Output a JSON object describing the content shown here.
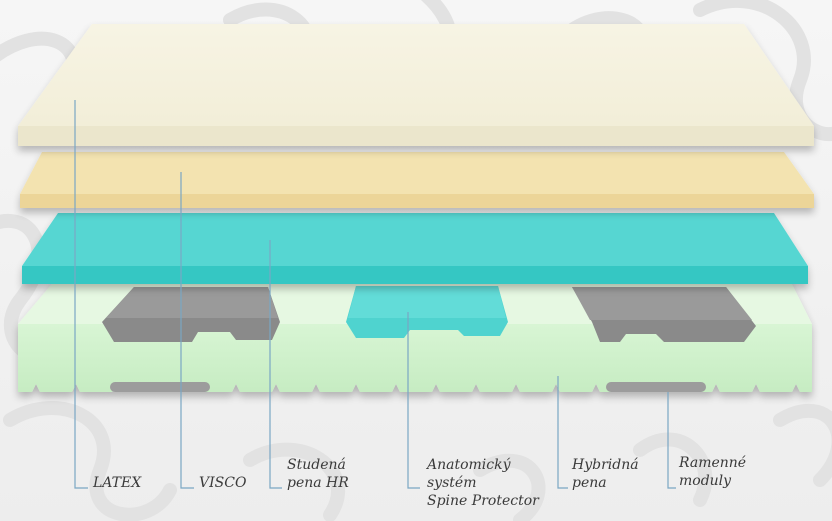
{
  "layers": [
    {
      "id": "latex",
      "name": "LATEX",
      "color": "#f4f0dc"
    },
    {
      "id": "visco",
      "name": "VISCO",
      "color": "#f2e0a6"
    },
    {
      "id": "hr",
      "name": "Studená pena HR",
      "color": "#4fd3cf"
    },
    {
      "id": "hybrid",
      "name": "Hybridná pena",
      "color": "#d3f2cf"
    }
  ],
  "labels": {
    "latex": {
      "lines": [
        "LATEX"
      ]
    },
    "visco": {
      "lines": [
        "VISCO"
      ]
    },
    "hr": {
      "lines": [
        "Studená",
        "pena HR"
      ]
    },
    "anatomic": {
      "lines": [
        "Anatomický",
        "systém",
        "Spine Protector"
      ]
    },
    "hybrid": {
      "lines": [
        "Hybridná",
        "pena"
      ]
    },
    "shoulder": {
      "lines": [
        "Ramenné",
        "moduly"
      ]
    }
  },
  "colors": {
    "background": "#f3f3f3",
    "leader_line": "#7aa7c4",
    "shoulder_module": "#8a8a8a",
    "spine_protector": "#4fd3cf"
  }
}
